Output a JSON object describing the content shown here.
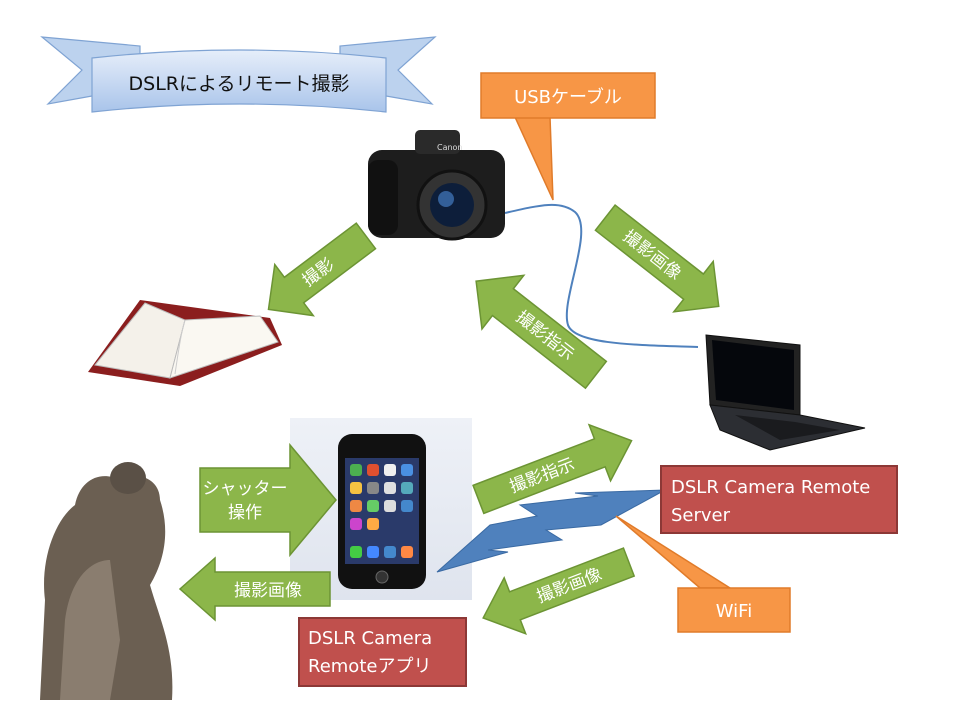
{
  "title": "DSLRによるリモート撮影",
  "callouts": {
    "usb": "USBケーブル",
    "wifi": "WiFi"
  },
  "boxes": {
    "server_line1": "DSLR Camera Remote",
    "server_line2": "Server",
    "app_line1": "DSLR Camera",
    "app_line2": "Remoteアプリ"
  },
  "arrows": {
    "camera_to_book": "撮影",
    "camera_to_laptop": "撮影画像",
    "laptop_to_camera": "撮影指示",
    "shutter_line1": "シャッター",
    "shutter_line2": "操作",
    "phone_to_user": "撮影画像",
    "phone_to_server": "撮影指示",
    "server_to_phone": "撮影画像"
  },
  "camera_brand": "Canon",
  "colors": {
    "arrow_green": "#8cb64a",
    "callout_orange": "#f79646",
    "box_red": "#c0504d",
    "link_blue": "#4f81bd",
    "banner_blue": "#c6d9f1"
  }
}
